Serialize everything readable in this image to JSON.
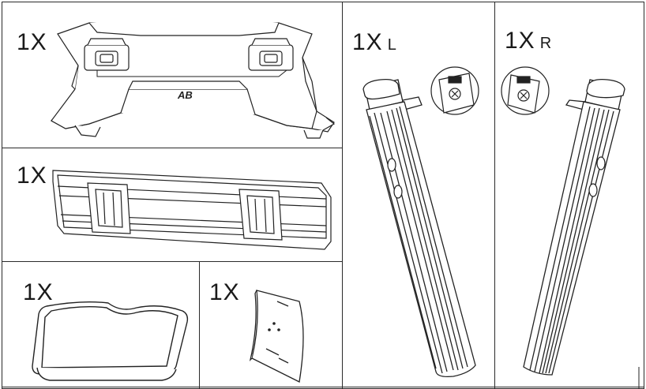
{
  "panels": {
    "base": {
      "qty": "1X"
    },
    "bracket": {
      "qty": "1X"
    },
    "tray": {
      "qty": "1X"
    },
    "plate": {
      "qty": "1X"
    },
    "post_left": {
      "qty": "1X",
      "side": "L"
    },
    "post_right": {
      "qty": "1X",
      "side": "R"
    }
  },
  "base_logo": {
    "text": "AB"
  }
}
